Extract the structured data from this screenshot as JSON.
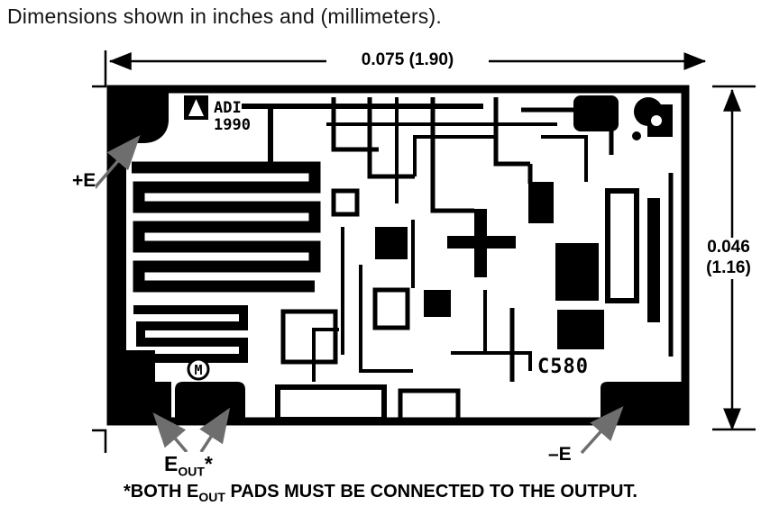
{
  "title": "Dimensions shown in inches and (millimeters).",
  "dimensions": {
    "width": "0.075 (1.90)",
    "height_in": "0.046",
    "height_mm": "(1.16)"
  },
  "pads": {
    "plus_e": "+E",
    "minus_e": "–E",
    "eout_base": "E",
    "eout_sub": "OUT",
    "eout_asterisk": "*"
  },
  "die": {
    "logo": "ADI",
    "year": "1990",
    "part_number": "C580",
    "mask_mark": "M"
  },
  "note": {
    "prefix": "*BOTH E",
    "sub": "OUT",
    "suffix": " PADS MUST BE CONNECTED TO THE OUTPUT."
  }
}
